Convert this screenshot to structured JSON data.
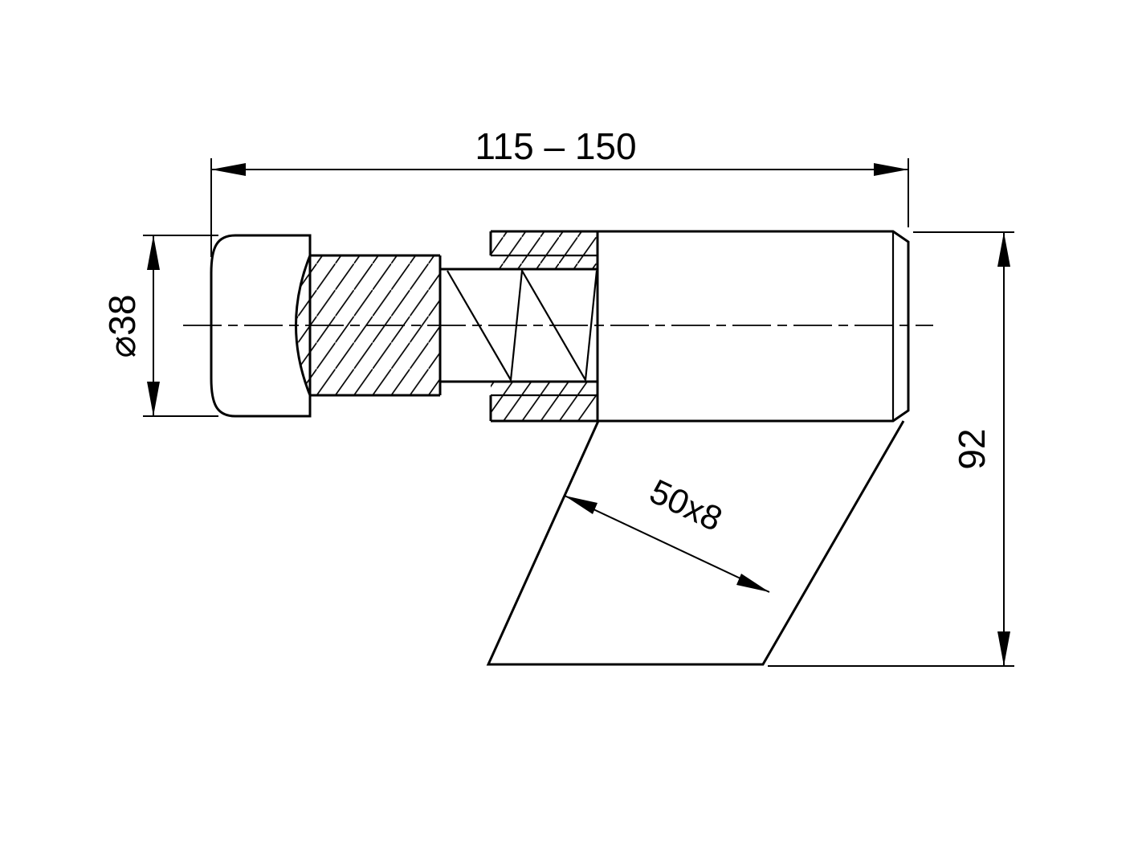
{
  "drawing": {
    "type": "technical-drawing",
    "description": "Sectioned side view of an adjustable tool: rounded end cap, threaded stud screwed into a cylindrical sleeve, with an angled flat blade",
    "colors": {
      "line": "#000000",
      "background": "#ffffff"
    },
    "dimensions": {
      "overall_length": "115 – 150",
      "cap_diameter": "⌀38",
      "overall_height": "92",
      "blade_section": "50x8"
    }
  }
}
